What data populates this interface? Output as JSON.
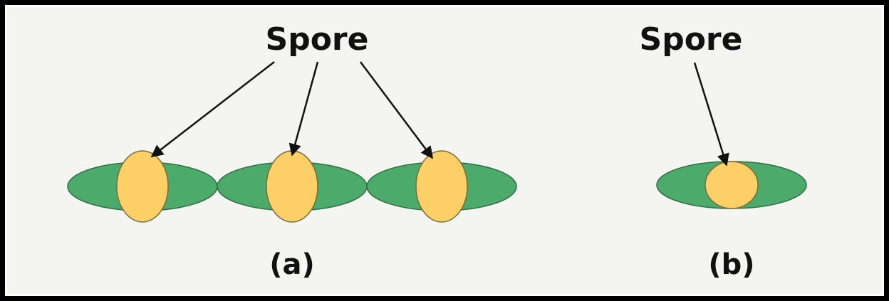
{
  "diagram": {
    "colors": {
      "cell_fill": "#4caa6a",
      "cell_stroke": "#2f6f45",
      "spore_fill": "#fcd067",
      "spore_stroke": "#7a6a3a",
      "arrow": "#111111",
      "background": "#f4f4f1",
      "border": "#000000"
    },
    "panel_a": {
      "spore_label": "Spore",
      "caption": "(a)",
      "cell_count": 3
    },
    "panel_b": {
      "spore_label": "Spore",
      "caption": "(b)",
      "cell_count": 1
    }
  }
}
